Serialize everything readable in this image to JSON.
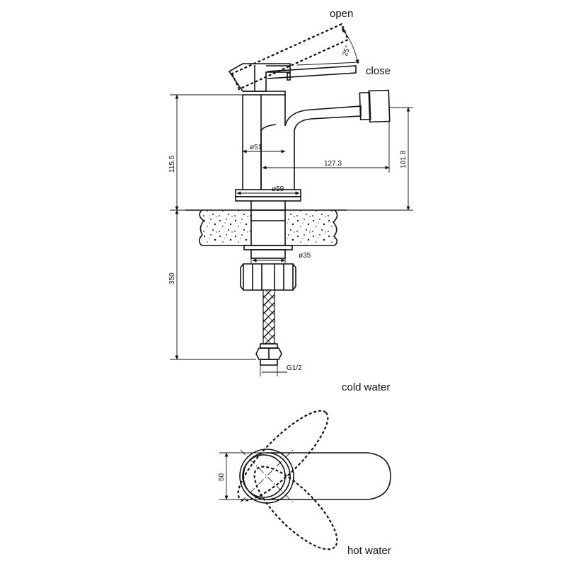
{
  "labels": {
    "open": "open",
    "close": "close",
    "cold_water": "cold water",
    "hot_water": "hot water"
  },
  "dimensions": {
    "angle": "25°",
    "height_total": "115.5",
    "spout_height": "101.8",
    "spout_reach": "127.3",
    "body_diameter": "ø51",
    "base_diameter": "ø59",
    "shank_diameter": "ø35",
    "hose_length": "350",
    "thread": "G1/2",
    "handle_width": "50"
  }
}
